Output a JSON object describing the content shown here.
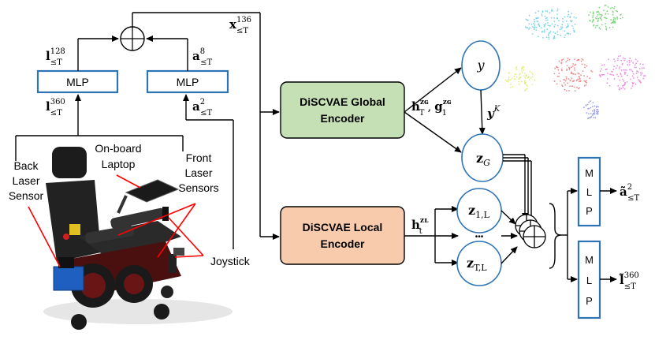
{
  "labels": {
    "mlp": "MLP",
    "mlp_letters": [
      "M",
      "L",
      "P"
    ],
    "global_encoder": [
      "DiSCVAE Global",
      "Encoder"
    ],
    "local_encoder": [
      "DiSCVAE Local",
      "Encoder"
    ],
    "on_board_laptop": [
      "On-board",
      "Laptop"
    ],
    "back_laser": [
      "Back",
      "Laser",
      "Sensor"
    ],
    "front_laser": [
      "Front",
      "Laser",
      "Sensors"
    ],
    "joystick": "Joystick",
    "dots": "•••"
  },
  "math": {
    "x_base": "x",
    "x_sup": "136",
    "x_sub": "≤T",
    "l128_base": "l",
    "l128_sup": "128",
    "l128_sub": "≤T",
    "l360_base": "l",
    "l360_sup": "360",
    "l360_sub": "≤T",
    "a8_base": "a",
    "a8_sup": "8",
    "a8_sub": "≤T",
    "a2_base": "a",
    "a2_sup": "2",
    "a2_sub": "≤T",
    "y": "y",
    "yK_base": "y",
    "yK_sup": "K",
    "zG_base": "z",
    "zG_sub": "G",
    "z1L_base": "z",
    "z1L_sub": "1,L",
    "zTL_base": "z",
    "zTL_sub": "T,L",
    "hG_base": "h",
    "hG_sup": "zɢ",
    "hG_sub": "T",
    "gG_base": "g",
    "gG_sup": "zɢ",
    "gG_sub": "1",
    "hL_base": "h",
    "hL_sup": "zʟ",
    "hL_sub": "t",
    "out_a_base": "ã",
    "out_a_sup": "2",
    "out_a_sub": "≤T",
    "out_l_base": "l̃",
    "out_l_sup": "360",
    "out_l_sub": "≤T"
  },
  "colors": {
    "mlp_border": "#2e74b5",
    "node_border": "#2e74b5",
    "global_fill": "#c5e0b4",
    "local_fill": "#f8cbad",
    "sensor_red": "#ff0000"
  }
}
